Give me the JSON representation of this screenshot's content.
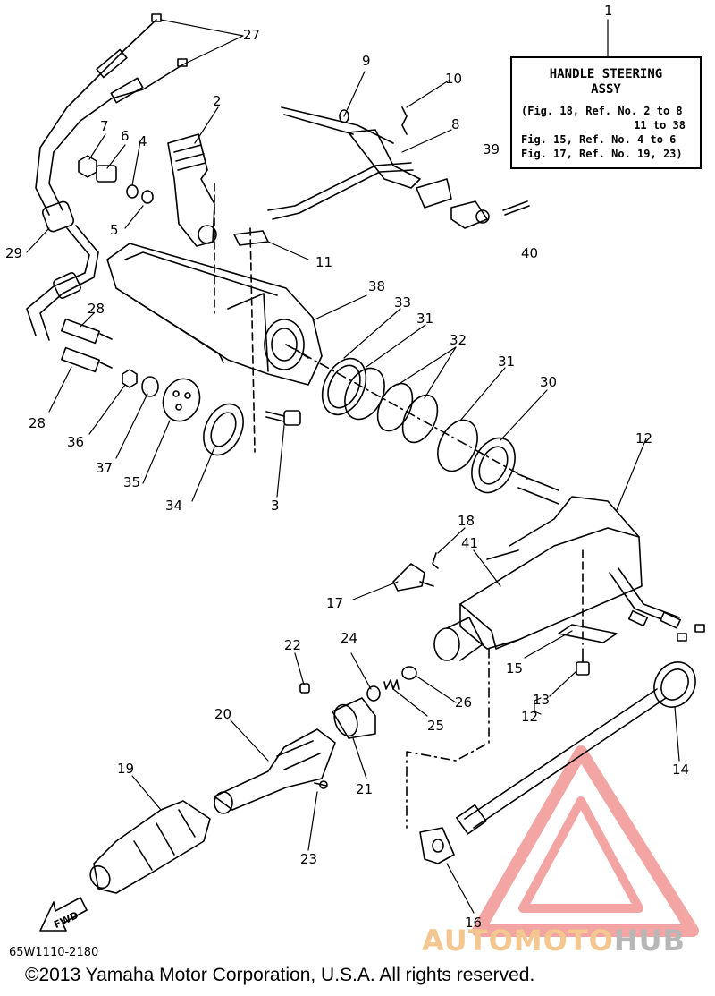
{
  "reference_box": {
    "title_line1": "HANDLE STEERING",
    "title_line2": "ASSY",
    "lines": [
      "(Fig. 18, Ref. No. 2 to 8",
      "11 to 38",
      "Fig. 15, Ref. No. 4 to 6",
      "Fig. 17, Ref. No. 19, 23)"
    ]
  },
  "callouts": [
    "1",
    "2",
    "3",
    "4",
    "5",
    "6",
    "7",
    "8",
    "9",
    "10",
    "11",
    "12",
    "12",
    "13",
    "14",
    "15",
    "16",
    "17",
    "18",
    "19",
    "20",
    "21",
    "22",
    "23",
    "24",
    "25",
    "26",
    "27",
    "28",
    "28",
    "29",
    "30",
    "31",
    "31",
    "32",
    "33",
    "34",
    "35",
    "36",
    "37",
    "38",
    "39",
    "40",
    "41"
  ],
  "fwd_label": "FWD",
  "drawing_code": "65W1110-2180",
  "copyright": "©2013 Yamaha Motor Corporation, U.S.A. All rights reserved.",
  "watermark": {
    "part1": "AUTOMOTO",
    "part2": "HUB",
    "color1": "#f3c78f",
    "color2": "#b7b7b7",
    "logo_color": "#e53935"
  }
}
